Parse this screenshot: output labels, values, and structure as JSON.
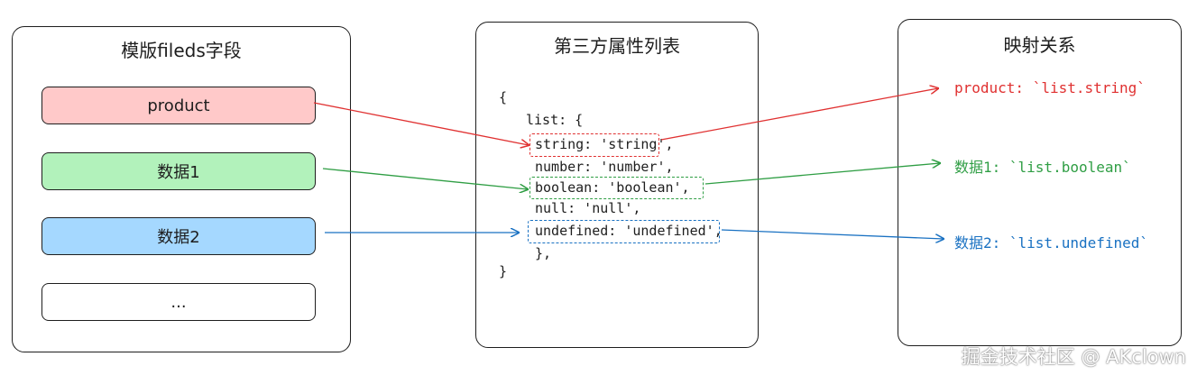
{
  "panels": {
    "template": {
      "title": "模版fileds字段"
    },
    "third_party": {
      "title": "第三方属性列表"
    },
    "mapping": {
      "title": "映射关系"
    }
  },
  "fields": [
    {
      "label": "product",
      "fill": "#ffc9c9"
    },
    {
      "label": "数据1",
      "fill": "#b2f2bb"
    },
    {
      "label": "数据2",
      "fill": "#a5d8ff"
    },
    {
      "label": "...",
      "fill": "#ffffff"
    }
  ],
  "code_lines": [
    "{",
    "list: {",
    "string: 'string',",
    "number: 'number',",
    "boolean: 'boolean',",
    "null: 'null',",
    "undefined: 'undefined',",
    "},",
    "}"
  ],
  "mappings": [
    {
      "text": "product: `list.string`",
      "color": "#e03131"
    },
    {
      "text": "数据1: `list.boolean`",
      "color": "#2f9e44"
    },
    {
      "text": "数据2: `list.undefined`",
      "color": "#1971c2"
    }
  ],
  "colors": {
    "red": "#e03131",
    "green": "#2f9e44",
    "blue": "#1971c2"
  },
  "watermark": "掘金技术社区 @ AKclown"
}
